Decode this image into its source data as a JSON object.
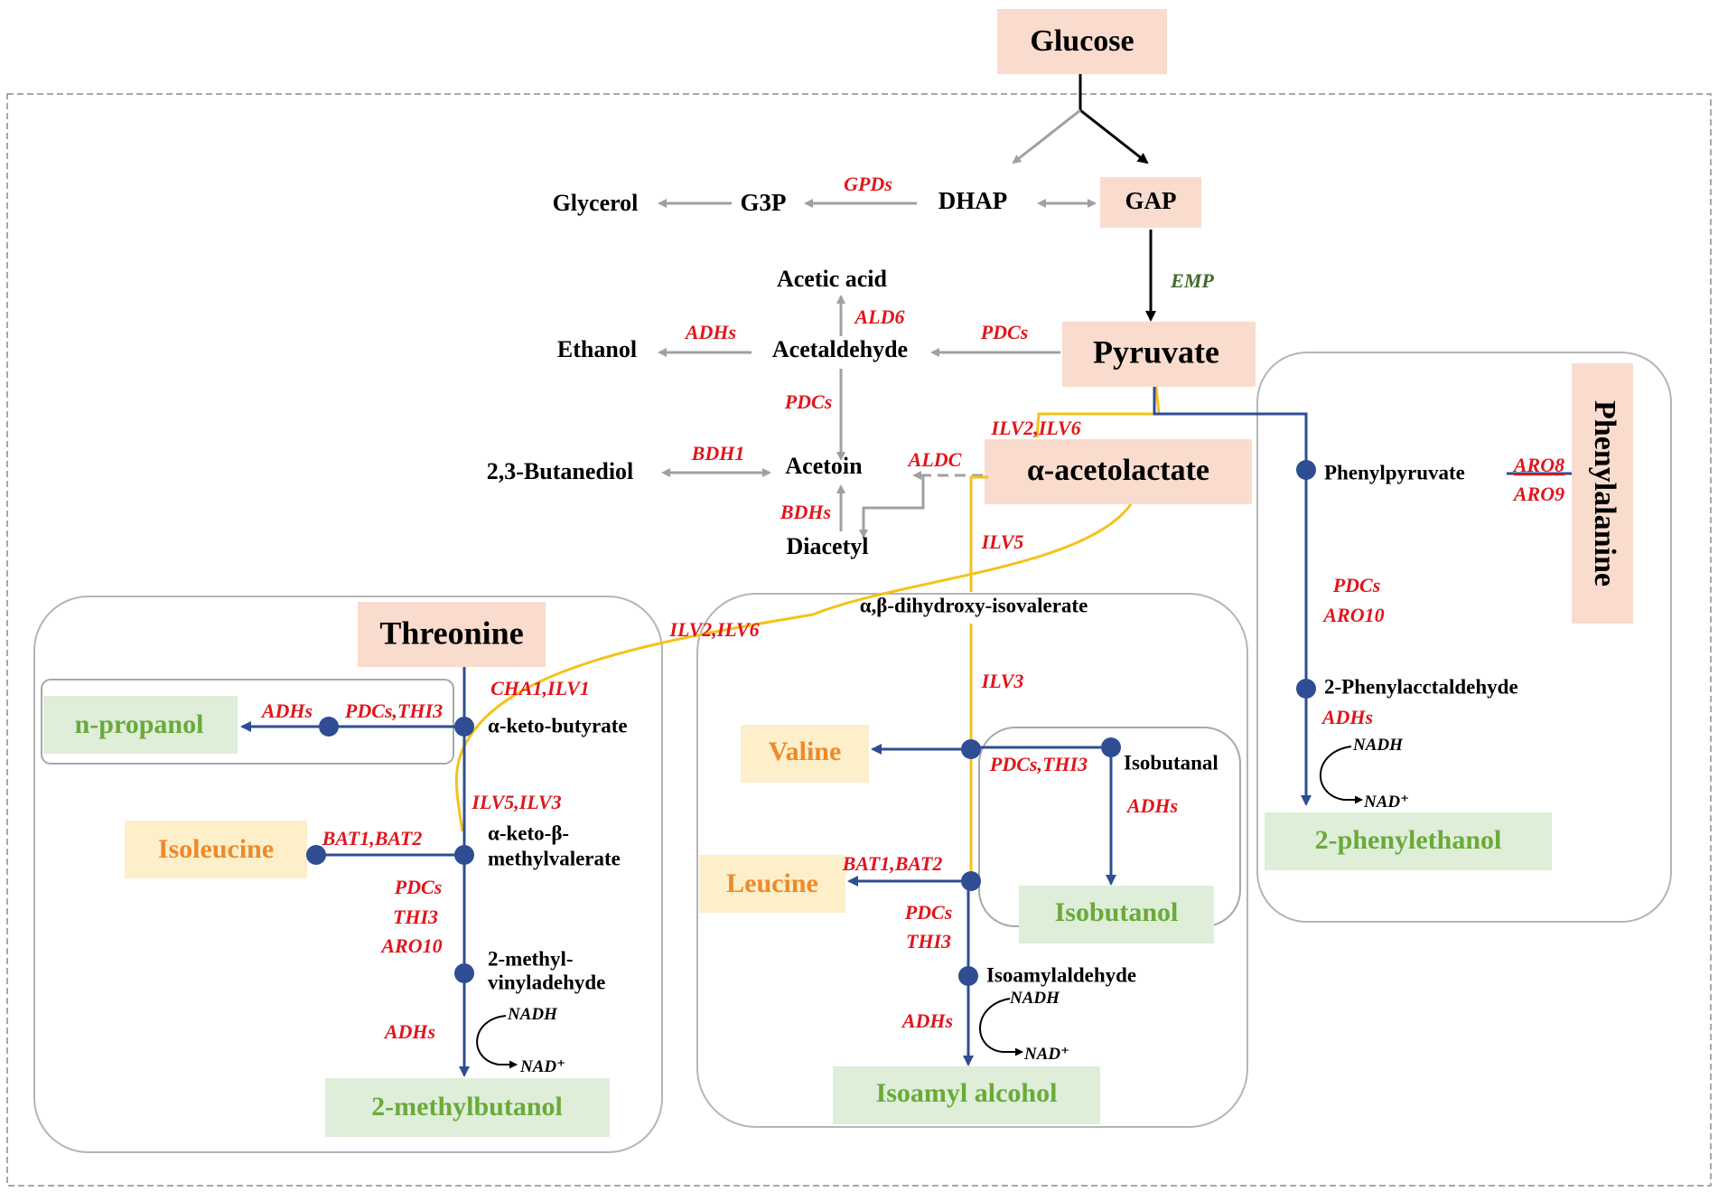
{
  "colors": {
    "salmon": "#f9dccd",
    "cream": "#fdefca",
    "green_box": "#deeed8",
    "green_text": "#6aaa3a",
    "orange_text": "#ec8a2c",
    "enzyme_red": "#e0161c",
    "pathway_blue": "#2e4d93",
    "yellow": "#f4c21a",
    "gray": "#a0a0a0"
  },
  "nodes": {
    "glucose": "Glucose",
    "gap": "GAP",
    "dhap": "DHAP",
    "g3p": "G3P",
    "glycerol": "Glycerol",
    "pyruvate": "Pyruvate",
    "acetic_acid": "Acetic acid",
    "acetaldehyde": "Acetaldehyde",
    "ethanol": "Ethanol",
    "acetoin": "Acetoin",
    "butanediol": "2,3-Butanediol",
    "diacetyl": "Diacetyl",
    "acetolactate": "α-acetolactate",
    "phenylalanine": "Phenylalanine",
    "phenylpyruvate": "Phenylpyruvate",
    "phenylacetaldehyde": "2-Phenylacctaldehyde",
    "threonine": "Threonine",
    "ketobutyrate": "α-keto-butyrate",
    "ketomethyl_1": "α-keto-β-",
    "ketomethyl_2": "methylvalerate",
    "methylvinyl_1": "2-methyl-",
    "methylvinyl_2": "vinyladehyde",
    "dihydroxy": "α,β-dihydroxy-isovalerate",
    "isobutanal": "Isobutanal",
    "isoamylaldehyde": "Isoamylaldehyde"
  },
  "products": {
    "n_propanol": "n-propanol",
    "isoleucine": "Isoleucine",
    "methylbutanol": "2-methylbutanol",
    "valine": "Valine",
    "leucine": "Leucine",
    "isobutanol": "Isobutanol",
    "isoamyl_alcohol": "Isoamyl alcohol",
    "phenylethanol": "2-phenylethanol"
  },
  "enzymes": {
    "gpds": "GPDs",
    "emp": "EMP",
    "ald6": "ALD6",
    "adhs_ethanol": "ADHs",
    "pdcs_pyr": "PDCs",
    "pdcs_acetoin": "PDCs",
    "bdh1": "BDH1",
    "aldc": "ALDC",
    "bdhs": "BDHs",
    "ilv2_ilv6_top": "ILV2,ILV6",
    "ilv5": "ILV5",
    "ilv2_ilv6_left": "ILV2,ILV6",
    "ilv3": "ILV3",
    "cha1_ilv1": "CHA1,ILV1",
    "adhs_propanol": "ADHs",
    "pdcs_thi3_propanol": "PDCs,THI3",
    "ilv5_ilv3": "ILV5,ILV3",
    "bat_isoleucine": "BAT1,BAT2",
    "pdcs_left": "PDCs",
    "thi3_left": "THI3",
    "aro10_left": "ARO10",
    "adhs_left": "ADHs",
    "pdcs_thi3_isobutanal": "PDCs,THI3",
    "adhs_isobutanol": "ADHs",
    "bat_leucine": "BAT1,BAT2",
    "pdcs_mid": "PDCs",
    "thi3_mid": "THI3",
    "adhs_mid": "ADHs",
    "aro8": "ARO8",
    "aro9": "ARO9",
    "pdcs_right": "PDCs",
    "aro10_right": "ARO10",
    "adhs_right": "ADHs"
  },
  "cofactors": {
    "nadh_left": "NADH",
    "nad_left": "NAD⁺",
    "nadh_mid": "NADH",
    "nad_mid": "NAD⁺",
    "nadh_right": "NADH",
    "nad_right": "NAD⁺"
  }
}
